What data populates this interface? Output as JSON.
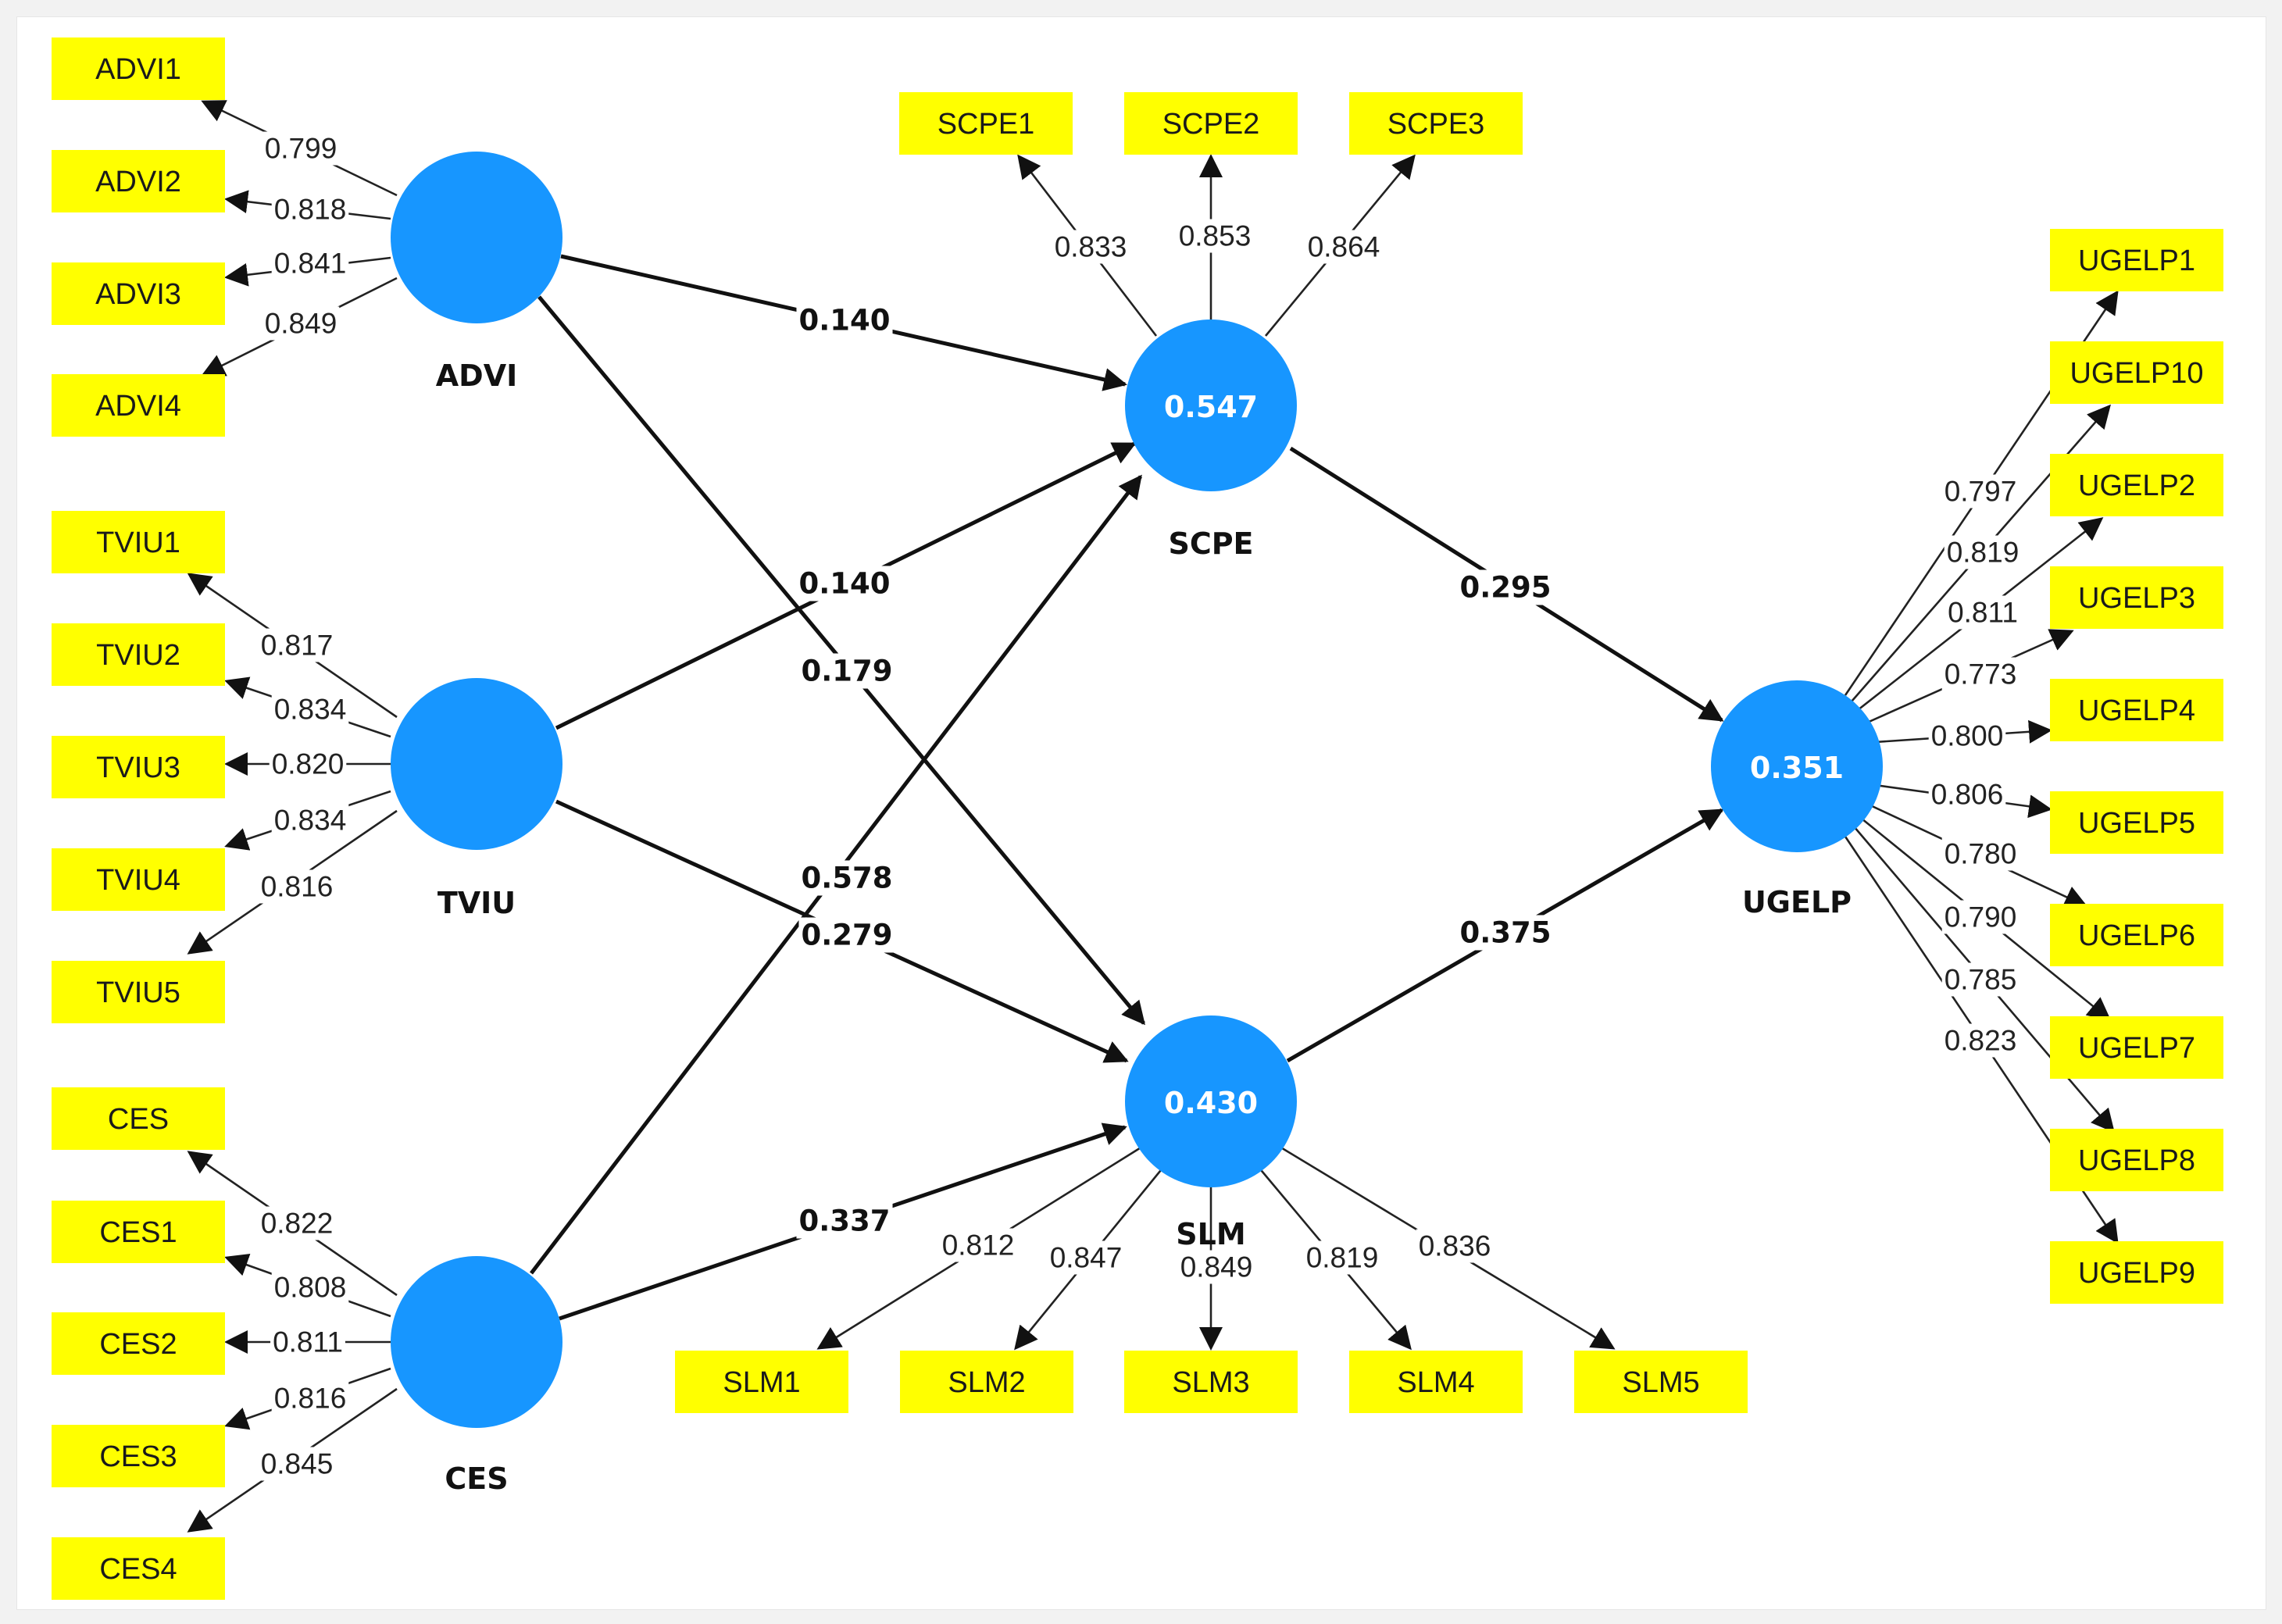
{
  "constructs": {
    "ADVI": {
      "label": "ADVI",
      "r2": ""
    },
    "TVIU": {
      "label": "TVIU",
      "r2": ""
    },
    "CES": {
      "label": "CES",
      "r2": ""
    },
    "SCPE": {
      "label": "SCPE",
      "r2": "0.547"
    },
    "SLM": {
      "label": "SLM",
      "r2": "0.430"
    },
    "UGELP": {
      "label": "UGELP",
      "r2": "0.351"
    }
  },
  "indicators": {
    "ADVI1": "ADVI1",
    "ADVI2": "ADVI2",
    "ADVI3": "ADVI3",
    "ADVI4": "ADVI4",
    "TVIU1": "TVIU1",
    "TVIU2": "TVIU2",
    "TVIU3": "TVIU3",
    "TVIU4": "TVIU4",
    "TVIU5": "TVIU5",
    "CES": "CES",
    "CES1": "CES1",
    "CES2": "CES2",
    "CES3": "CES3",
    "CES4": "CES4",
    "SCPE1": "SCPE1",
    "SCPE2": "SCPE2",
    "SCPE3": "SCPE3",
    "SLM1": "SLM1",
    "SLM2": "SLM2",
    "SLM3": "SLM3",
    "SLM4": "SLM4",
    "SLM5": "SLM5",
    "UGELP1": "UGELP1",
    "UGELP10": "UGELP10",
    "UGELP2": "UGELP2",
    "UGELP3": "UGELP3",
    "UGELP4": "UGELP4",
    "UGELP5": "UGELP5",
    "UGELP6": "UGELP6",
    "UGELP7": "UGELP7",
    "UGELP8": "UGELP8",
    "UGELP9": "UGELP9"
  },
  "loadings": [
    {
      "construct": "ADVI",
      "indicator": "ADVI1",
      "value": "0.799"
    },
    {
      "construct": "ADVI",
      "indicator": "ADVI2",
      "value": "0.818"
    },
    {
      "construct": "ADVI",
      "indicator": "ADVI3",
      "value": "0.841"
    },
    {
      "construct": "ADVI",
      "indicator": "ADVI4",
      "value": "0.849"
    },
    {
      "construct": "TVIU",
      "indicator": "TVIU1",
      "value": "0.817"
    },
    {
      "construct": "TVIU",
      "indicator": "TVIU2",
      "value": "0.834"
    },
    {
      "construct": "TVIU",
      "indicator": "TVIU3",
      "value": "0.820"
    },
    {
      "construct": "TVIU",
      "indicator": "TVIU4",
      "value": "0.834"
    },
    {
      "construct": "TVIU",
      "indicator": "TVIU5",
      "value": "0.816"
    },
    {
      "construct": "CES",
      "indicator": "CES",
      "value": "0.822"
    },
    {
      "construct": "CES",
      "indicator": "CES1",
      "value": "0.808"
    },
    {
      "construct": "CES",
      "indicator": "CES2",
      "value": "0.811"
    },
    {
      "construct": "CES",
      "indicator": "CES3",
      "value": "0.816"
    },
    {
      "construct": "CES",
      "indicator": "CES4",
      "value": "0.845"
    },
    {
      "construct": "SCPE",
      "indicator": "SCPE1",
      "value": "0.833"
    },
    {
      "construct": "SCPE",
      "indicator": "SCPE2",
      "value": "0.853"
    },
    {
      "construct": "SCPE",
      "indicator": "SCPE3",
      "value": "0.864"
    },
    {
      "construct": "SLM",
      "indicator": "SLM1",
      "value": "0.812"
    },
    {
      "construct": "SLM",
      "indicator": "SLM2",
      "value": "0.847"
    },
    {
      "construct": "SLM",
      "indicator": "SLM3",
      "value": "0.849"
    },
    {
      "construct": "SLM",
      "indicator": "SLM4",
      "value": "0.819"
    },
    {
      "construct": "SLM",
      "indicator": "SLM5",
      "value": "0.836"
    },
    {
      "construct": "UGELP",
      "indicator": "UGELP1",
      "value": "0.797"
    },
    {
      "construct": "UGELP",
      "indicator": "UGELP10",
      "value": "0.819"
    },
    {
      "construct": "UGELP",
      "indicator": "UGELP2",
      "value": "0.811"
    },
    {
      "construct": "UGELP",
      "indicator": "UGELP3",
      "value": "0.773"
    },
    {
      "construct": "UGELP",
      "indicator": "UGELP4",
      "value": "0.800"
    },
    {
      "construct": "UGELP",
      "indicator": "UGELP5",
      "value": "0.806"
    },
    {
      "construct": "UGELP",
      "indicator": "UGELP6",
      "value": "0.780"
    },
    {
      "construct": "UGELP",
      "indicator": "UGELP7",
      "value": "0.790"
    },
    {
      "construct": "UGELP",
      "indicator": "UGELP8",
      "value": "0.785"
    },
    {
      "construct": "UGELP",
      "indicator": "UGELP9",
      "value": "0.823"
    }
  ],
  "paths": [
    {
      "from": "ADVI",
      "to": "SCPE",
      "value": "0.140"
    },
    {
      "from": "ADVI",
      "to": "SLM",
      "value": "0.179"
    },
    {
      "from": "TVIU",
      "to": "SCPE",
      "value": "0.140"
    },
    {
      "from": "TVIU",
      "to": "SLM",
      "value": "0.279"
    },
    {
      "from": "CES",
      "to": "SCPE",
      "value": "0.578"
    },
    {
      "from": "CES",
      "to": "SLM",
      "value": "0.337"
    },
    {
      "from": "SCPE",
      "to": "UGELP",
      "value": "0.295"
    },
    {
      "from": "SLM",
      "to": "UGELP",
      "value": "0.375"
    }
  ],
  "colors": {
    "construct_fill": "#1796ff",
    "indicator_fill": "#ffff00"
  }
}
